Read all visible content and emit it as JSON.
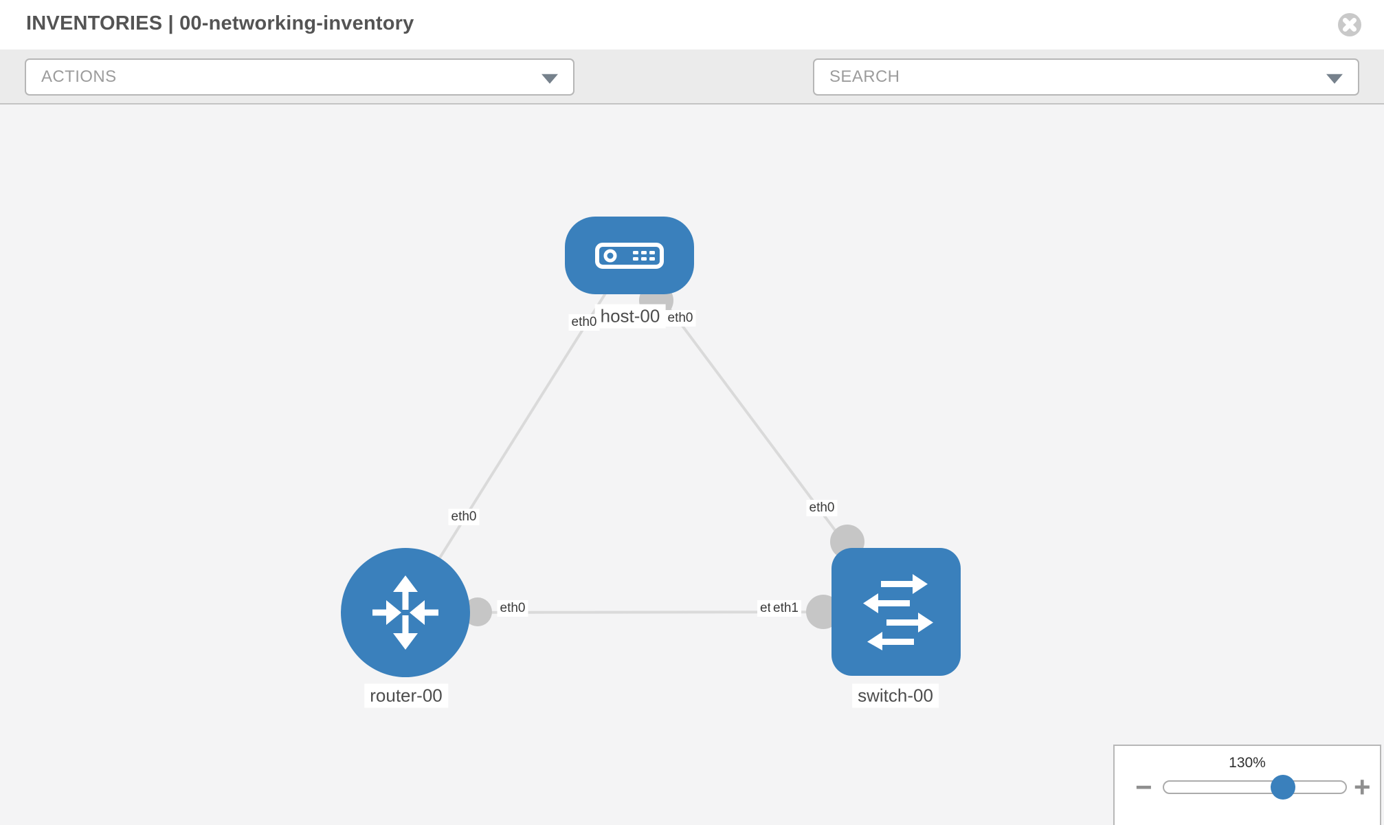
{
  "header": {
    "title": "INVENTORIES | 00-networking-inventory"
  },
  "toolbar": {
    "actions_label": "ACTIONS",
    "search_placeholder": "SEARCH"
  },
  "canvas": {
    "nodes": [
      {
        "name": "host-00",
        "type": "host",
        "icon": "host-device-icon"
      },
      {
        "name": "router-00",
        "type": "router",
        "icon": "router-arrows-icon"
      },
      {
        "name": "switch-00",
        "type": "switch",
        "icon": "switch-arrows-icon"
      }
    ],
    "links": [
      {
        "from": "router-00",
        "to": "host-00",
        "from_interface": "eth0",
        "to_interface": "eth0"
      },
      {
        "from": "host-00",
        "to": "switch-00",
        "from_interface": "eth0",
        "to_interface": "eth0"
      },
      {
        "from": "router-00",
        "to": "switch-00",
        "from_interface": "eth0",
        "to_interface": "eth1",
        "to_interface_overlap": "eth1"
      }
    ],
    "colors": {
      "node_fill": "#3a80bc",
      "link_stroke": "#dadada",
      "endpoint_fill": "#c6c6c6",
      "background": "#f4f4f5"
    }
  },
  "zoom_control": {
    "value_label": "130%",
    "percent": 130,
    "minus_label": "−",
    "plus_label": "+"
  }
}
